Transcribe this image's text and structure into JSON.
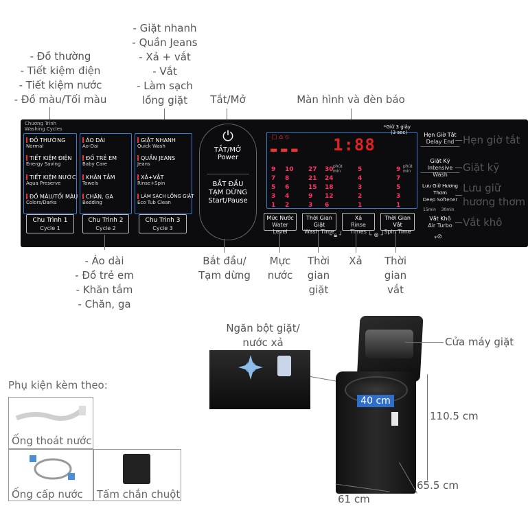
{
  "callouts": {
    "cycles_group1": [
      "- Đồ thường",
      "- Tiết kiệm điện",
      "- Tiết kiệm nước",
      "- Đồ màu/Tối màu"
    ],
    "cycles_group3": [
      "- Giặt nhanh",
      "- Quần Jeans",
      "- Xả + vắt",
      "- Vắt",
      "- Làm sạch",
      "lồng giặt"
    ],
    "cycles_group2": [
      "- Áo dài",
      "- Đồ trẻ em",
      "- Khăn tắm",
      "- Chăn, ga"
    ],
    "power": "Tắt/Mở",
    "display": "Màn hình và đèn báo",
    "start_pause": [
      "Bắt đầu/",
      "Tạm dừng"
    ],
    "water_level": [
      "Mực",
      "nước"
    ],
    "wash_time": [
      "Thời",
      "gian",
      "giặt"
    ],
    "rinse": "Xả",
    "spin_time": [
      "Thời",
      "gian",
      "vắt"
    ],
    "delay_end": "Hẹn giờ tắt",
    "intensive": "Giặt kỹ",
    "fragrance": [
      "Lưu giữ",
      "hương thơm"
    ],
    "air_turbo": "Vắt khô"
  },
  "panel": {
    "header": [
      "Chương Trình",
      "Washing Cycles"
    ],
    "group1": [
      {
        "vi": "ĐỒ THƯỜNG",
        "en": "Normal"
      },
      {
        "vi": "TIẾT KIỆM ĐIỆN",
        "en": "Energy Saving"
      },
      {
        "vi": "TIẾT KIỆM NƯỚC",
        "en": "Aqua Preserve"
      },
      {
        "vi": "ĐỒ MÀU/TỐI MÀU",
        "en": "Colors/Darks"
      }
    ],
    "group2": [
      {
        "vi": "ÁO DÀI",
        "en": "Ao-Dai"
      },
      {
        "vi": "ĐỒ TRẺ EM",
        "en": "Baby Care"
      },
      {
        "vi": "KHĂN TẮM",
        "en": "Towels"
      },
      {
        "vi": "CHĂN, GA",
        "en": "Bedding"
      }
    ],
    "group3": [
      {
        "vi": "GIẶT NHANH",
        "en": "Quick Wash"
      },
      {
        "vi": "QUẦN JEANS",
        "en": "Jeans"
      },
      {
        "vi": "XẢ+VẮT",
        "en": "Rinse+Spin"
      },
      {
        "vi": "LÀM SẠCH LỒNG GIẶT",
        "en": "Eco Tub Clean"
      }
    ],
    "cycle_buttons": [
      {
        "vi": "Chu Trình 1",
        "en": "Cycle 1"
      },
      {
        "vi": "Chu Trình 2",
        "en": "Cycle 2"
      },
      {
        "vi": "Chu Trình 3",
        "en": "Cycle 3"
      }
    ],
    "power_vi": "TẮT/MỞ",
    "power_en": "Power",
    "start_vi1": "BẮT ĐẦU",
    "start_vi2": "TẠM DỪNG",
    "start_en": "Start/Pause",
    "hold_note": [
      "*Giữ 3 giây",
      "(3 sec)"
    ],
    "seven_seg": "1:88",
    "water_numbers": [
      "9",
      "7",
      "5",
      "3",
      "1"
    ],
    "water_numbers2": [
      "10",
      "8",
      "6",
      "4",
      "2"
    ],
    "wash_numbers": [
      "27",
      "21",
      "15",
      "9",
      "3"
    ],
    "wash_numbers2": [
      "30",
      "24",
      "18",
      "12",
      "6"
    ],
    "minute_label": "phút\nmin",
    "rinse_numbers": [
      "5",
      "4",
      "3",
      "2",
      "1"
    ],
    "spin_numbers": [
      "9",
      "7",
      "5",
      "3",
      "1"
    ],
    "bottom_buttons": [
      {
        "vi": "Mức Nước",
        "en": "Water Level"
      },
      {
        "vi": "Thời Gian Giặt",
        "en": "Wash Time"
      },
      {
        "vi": "Xả",
        "en": "Rinse Times"
      },
      {
        "vi": "Thời Gian Vắt",
        "en": "Spin Time"
      }
    ],
    "right_buttons": [
      {
        "vi": "Hẹn Giờ Tắt",
        "en": "Delay End"
      },
      {
        "vi": "Giặt Kỹ",
        "en": "Intensive Wash"
      },
      {
        "vi": "Lưu Giữ Hương Thơm",
        "en": "Deep Softener"
      },
      {
        "vi": "Vắt Khô",
        "en": "Air Turbo"
      }
    ],
    "turbo_times": [
      "15min",
      "30min"
    ]
  },
  "product": {
    "drawer_label": [
      "Ngăn bột giặt/",
      "nước xả"
    ],
    "lid_label": "Cửa máy giặt",
    "drum_size": "40 cm",
    "height": "110.5 cm",
    "depth": "65.5 cm",
    "width": "61 cm"
  },
  "accessories": {
    "title": "Phụ kiện kèm theo:",
    "items": [
      "Ống thoát nước",
      "Ống cấp nước",
      "Tấm chắn chuột"
    ]
  },
  "colors": {
    "panel_bg": "#0c0c0e",
    "panel_border": "#3a7fcf",
    "display_red": "#dd2222",
    "accent_blue": "#2f6fc9"
  }
}
